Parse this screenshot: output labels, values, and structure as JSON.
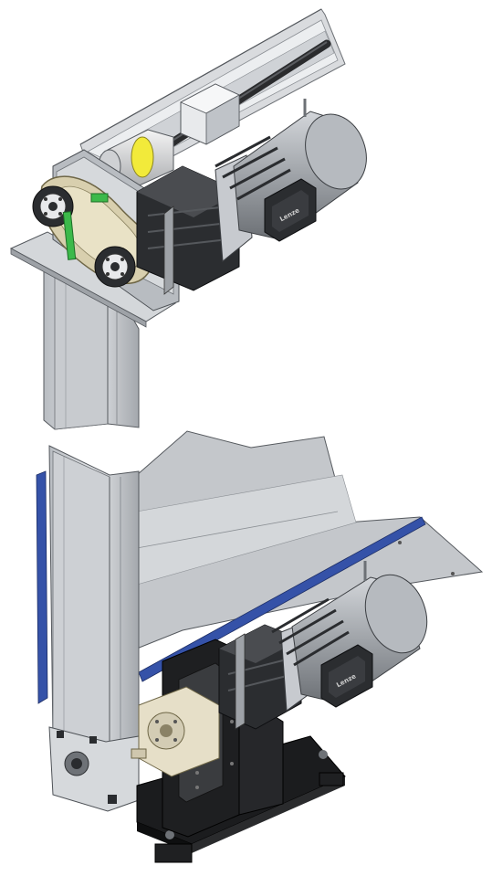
{
  "scene": {
    "kind": "cad-render",
    "background": "#ffffff",
    "upper_assembly": {
      "components": [
        "linear-axis-profile",
        "ballscrew",
        "carriage-block",
        "shaft-coupling",
        "timing-belt-drive",
        "gearbox",
        "servo-motor",
        "terminal-box",
        "mounting-plate",
        "vertical-column"
      ],
      "motor_label": "Lenze"
    },
    "lower_assembly": {
      "components": [
        "vertical-column",
        "side-cover-plate",
        "blue-edge-strip",
        "gearbox",
        "servo-motor",
        "terminal-box",
        "motor-bracket",
        "base-plate",
        "leveling-feet",
        "coupling-housing"
      ],
      "motor_label": "Lenze"
    },
    "colors": {
      "aluminium": "#c9ccd1",
      "aluminium_dark": "#8e9297",
      "motor": "#9fa3a8",
      "gearbox": "#2b2d30",
      "belt": "#d8cfae",
      "coupling_ring": "#f2ea3a",
      "green_part": "#3cb94a",
      "blue_strip": "#3552a8",
      "base_plate": "#1b1c1e"
    }
  }
}
